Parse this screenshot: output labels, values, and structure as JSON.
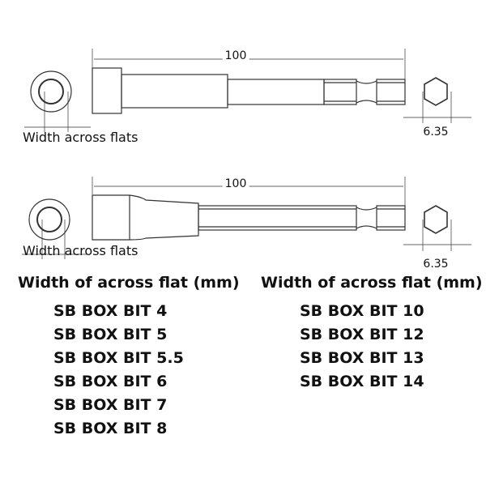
{
  "drawings": [
    {
      "length_label": "100",
      "shank_label": "6.35",
      "caption": "Width across flats"
    },
    {
      "length_label": "100",
      "shank_label": "6.35",
      "caption": "Width across flats"
    }
  ],
  "columns": [
    {
      "header": "Width of across flat (mm)",
      "items": [
        "SB BOX BIT 4",
        "SB BOX BIT 5",
        "SB BOX BIT 5.5",
        "SB BOX BIT 6",
        "SB BOX BIT 7",
        "SB BOX BIT 8"
      ]
    },
    {
      "header": "Width of across flat (mm)",
      "items": [
        "SB BOX BIT 10",
        "SB BOX BIT 12",
        "SB BOX BIT 13",
        "SB BOX BIT 14"
      ]
    }
  ]
}
